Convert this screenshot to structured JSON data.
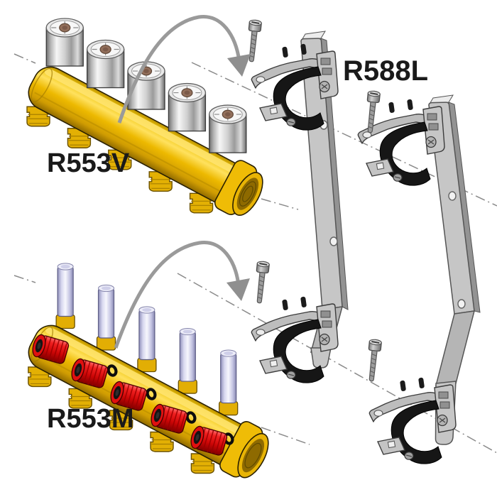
{
  "meta": {
    "type": "exploded-assembly-diagram",
    "background": "#ffffff"
  },
  "labels": {
    "manifold_valve": "R553V",
    "manifold_meter": "R553M",
    "bracket_kit": "R588L"
  },
  "parts": [
    {
      "code": "R553V",
      "description": "manifold with 5 chrome valve caps, 5 lower outlet ports and threaded end connection"
    },
    {
      "code": "R553M",
      "description": "manifold with 5 lilac valve stems, 5 red knurled knobs, O-rings and lower outlet ports"
    },
    {
      "code": "R588L",
      "description": "pair of mounting rails with 4 clamp assemblies, 4 fixing screws and rubber straps"
    }
  ],
  "theme": {
    "label_color": "#1a1a1a",
    "brass": "#edb900",
    "metal_gray": "#c6c6c6",
    "strap_black": "#161616",
    "arrow_gray": "#9a9a9a",
    "axis_gray": "#8a8a8a",
    "knob_red": "#e01010"
  }
}
